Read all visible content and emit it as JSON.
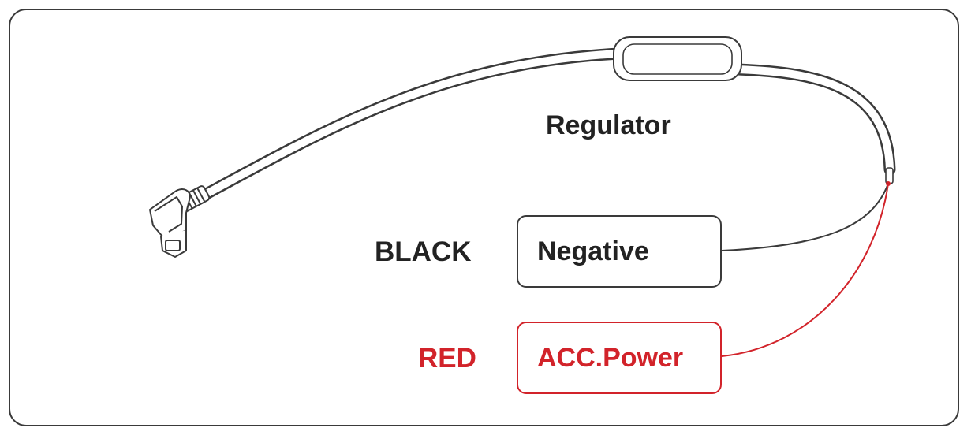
{
  "labels": {
    "regulator": "Regulator",
    "black": "BLACK",
    "red": "RED",
    "negative": "Negative",
    "acc_power": "ACC.Power"
  },
  "colors": {
    "outline": "#3a3a3a",
    "text": "#222222",
    "red": "#d2232a"
  }
}
